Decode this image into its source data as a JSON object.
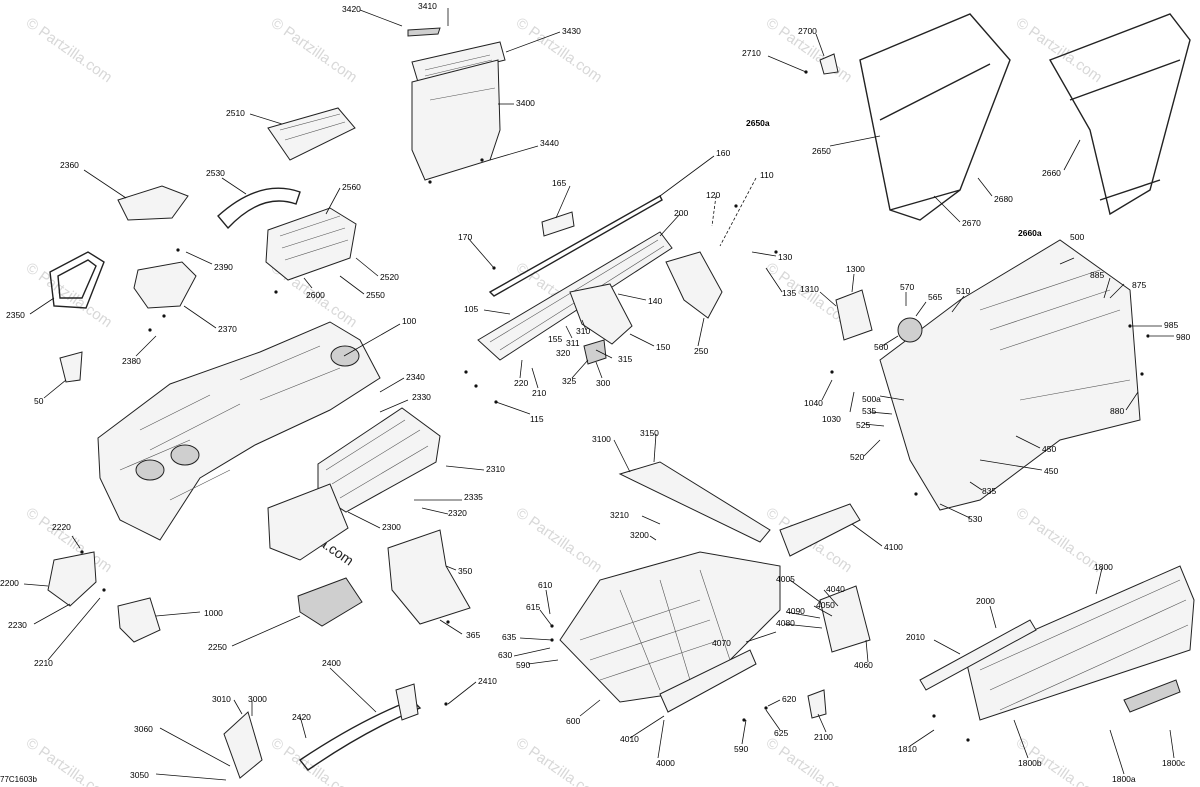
{
  "watermark": "© Partzilla.com",
  "diagram_code": "77C1603b",
  "labels": {
    "l3420": "3420",
    "l3410": "3410",
    "l3430": "3430",
    "l3400": "3400",
    "l3440": "3440",
    "l2510": "2510",
    "l2360": "2360",
    "l2530": "2530",
    "l2560": "2560",
    "l2390": "2390",
    "l2520": "2520",
    "l2550": "2550",
    "l2600": "2600",
    "l2350": "2350",
    "l2370": "2370",
    "l2380": "2380",
    "l50": "50",
    "l100": "100",
    "l2340": "2340",
    "l2330": "2330",
    "l2310": "2310",
    "l2335": "2335",
    "l2320": "2320",
    "l2300": "2300",
    "l350": "350",
    "l365": "365",
    "l2220": "2220",
    "l2200": "2200",
    "l2230": "2230",
    "l2210": "2210",
    "l1000": "1000",
    "l2250": "2250",
    "l2400": "2400",
    "l2410": "2410",
    "l3010": "3010",
    "l3000": "3000",
    "l2420": "2420",
    "l3060": "3060",
    "l3050": "3050",
    "l160": "160",
    "l165": "165",
    "l120": "120",
    "l110": "110",
    "l200": "200",
    "l170": "170",
    "l130": "130",
    "l135": "135",
    "l105": "105",
    "l140": "140",
    "l155": "155",
    "l310": "310",
    "l150": "150",
    "l311": "311",
    "l320": "320",
    "l315": "315",
    "l250": "250",
    "l325": "325",
    "l300": "300",
    "l220": "220",
    "l210": "210",
    "l115": "115",
    "l2710": "2710",
    "l2700": "2700",
    "l2650a": "2650a",
    "l2650": "2650",
    "l2680": "2680",
    "l2670": "2670",
    "l2660": "2660",
    "l2660a": "2660a",
    "l500": "500",
    "l1300": "1300",
    "l1310": "1310",
    "l570": "570",
    "l565": "565",
    "l510": "510",
    "l885": "885",
    "l875": "875",
    "l985": "985",
    "l980": "980",
    "l560": "560",
    "l1040": "1040",
    "l1030": "1030",
    "l500a": "500a",
    "l535": "535",
    "l525": "525",
    "l520": "520",
    "l450a": "450",
    "l450b": "450",
    "l880": "880",
    "l835": "835",
    "l530": "530",
    "l3100": "3100",
    "l3150": "3150",
    "l3210": "3210",
    "l3200": "3200",
    "l4100": "4100",
    "l610": "610",
    "l615": "615",
    "l635": "635",
    "l630": "630",
    "l590a": "590",
    "l4005": "4005",
    "l4040": "4040",
    "l4090": "4090",
    "l4050": "4050",
    "l4080": "4080",
    "l4070": "4070",
    "l4060": "4060",
    "l600": "600",
    "l4010": "4010",
    "l4000": "4000",
    "l590b": "590",
    "l620": "620",
    "l625": "625",
    "l2100": "2100",
    "l1800": "1800",
    "l2000": "2000",
    "l2010": "2010",
    "l1810": "1810",
    "l1800b": "1800b",
    "l1800a": "1800a",
    "l1800c": "1800c"
  }
}
